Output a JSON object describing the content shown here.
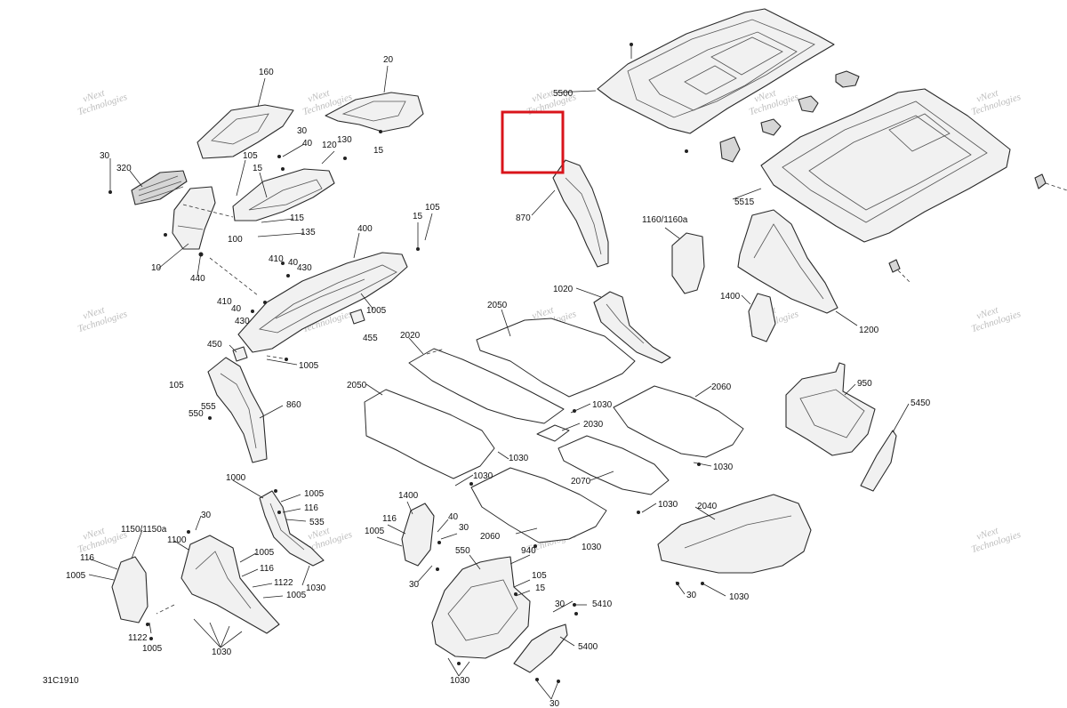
{
  "diagram_code": "31C1910",
  "watermark": {
    "line1": "vNext",
    "line2": "Technologies"
  },
  "highlight_color": "#d9141b",
  "callouts": {
    "c160": "160",
    "c20": "20",
    "c30a": "30",
    "c40a": "40",
    "c120": "120",
    "c130": "130",
    "c15a": "15",
    "c30b": "30",
    "c320": "320",
    "c105a": "105",
    "c15b": "15",
    "c100": "100",
    "c115": "115",
    "c135": "135",
    "c10": "10",
    "c440": "440",
    "c15c": "15",
    "c105b": "105",
    "c400": "400",
    "c410a": "410",
    "c40b": "40",
    "c430a": "430",
    "c410b": "410",
    "c40c": "40",
    "c430b": "430",
    "c1005a": "1005",
    "c455": "455",
    "c450": "450",
    "c1005b": "1005",
    "c105c": "105",
    "c555": "555",
    "c550a": "550",
    "c860": "860",
    "c5500": "5500",
    "c870": "870",
    "c1160": "1160/1160a",
    "c5515": "5515",
    "c1020": "1020",
    "c1400a": "1400",
    "c1200": "1200",
    "c2050a": "2050",
    "c2020": "2020",
    "c2050b": "2050",
    "c1030a": "1030",
    "c2030": "2030",
    "c2060a": "2060",
    "c950": "950",
    "c5450": "5450",
    "c1030b": "1030",
    "c1030c": "1030",
    "c1030d": "1030",
    "c2070": "2070",
    "c1030e": "1030",
    "c2040": "2040",
    "c2060b": "2060",
    "c1030f": "1030",
    "c30c": "30",
    "c1030g": "1030",
    "c1000": "1000",
    "c1005c": "1005",
    "c116a": "116",
    "c535": "535",
    "c30d": "30",
    "c1150": "1150/1150a",
    "c1100": "1100",
    "c116b": "116",
    "c1005d": "1005",
    "c1005e": "1005",
    "c116c": "116",
    "c1122a": "1122",
    "c1030h": "1030",
    "c1005f": "1005",
    "c1122b": "1122",
    "c1005g": "1005",
    "c1030i": "1030",
    "c1400b": "1400",
    "c116d": "116",
    "c40d": "40",
    "c1005h": "1005",
    "c30e": "30",
    "c30f": "30",
    "c550b": "550",
    "c940": "940",
    "c105d": "105",
    "c15d": "15",
    "c30g": "30",
    "c5410": "5410",
    "c5400": "5400",
    "c1030j": "1030",
    "c30h": "30"
  }
}
